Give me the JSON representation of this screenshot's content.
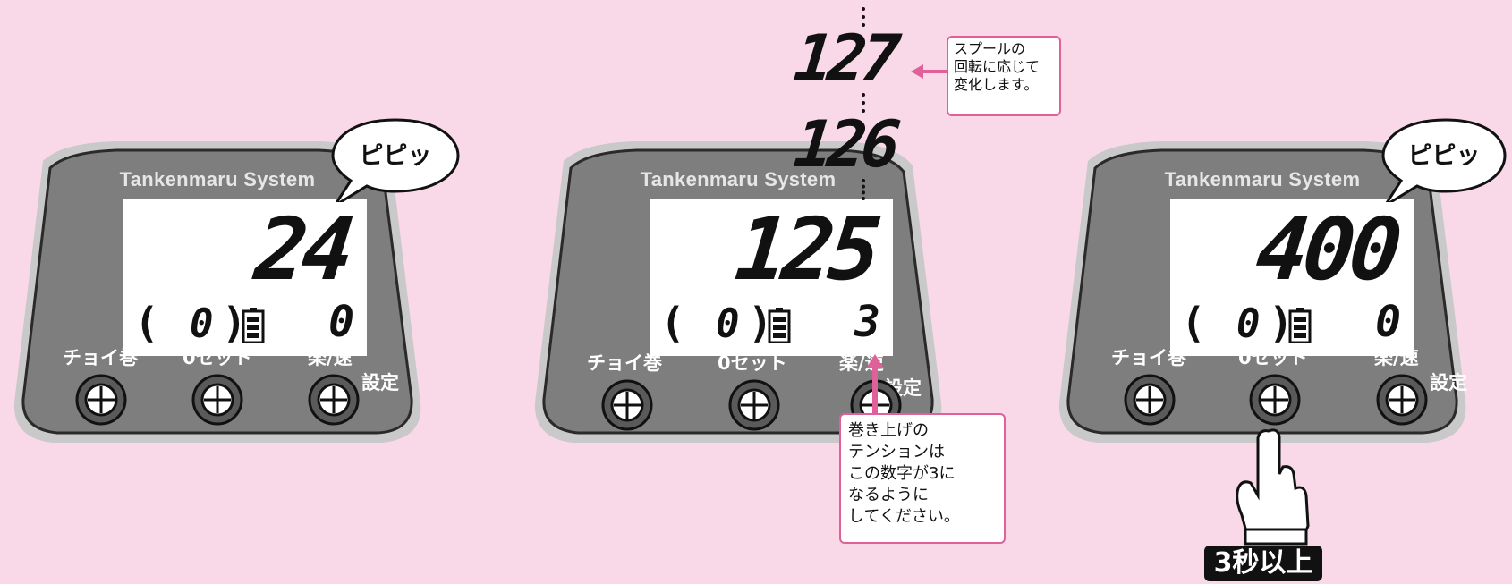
{
  "panels": [
    {
      "brand": "Tankenmaru System",
      "main_value": "24",
      "mode_digit": "0",
      "tension_value": "0",
      "buttons": [
        "チョイ巻",
        "0セット",
        "楽/速"
      ],
      "settei_label": "設定",
      "bubble": "ピピッ"
    },
    {
      "brand": "Tankenmaru System",
      "main_value": "125",
      "mode_digit": "0",
      "tension_value": "3",
      "buttons": [
        "チョイ巻",
        "0セット",
        "楽/速"
      ],
      "settei_label": "設定",
      "counter_prev": "126",
      "counter_prev2": "127"
    },
    {
      "brand": "Tankenmaru System",
      "main_value": "400",
      "mode_digit": "0",
      "tension_value": "0",
      "buttons": [
        "チョイ巻",
        "0セット",
        "楽/速"
      ],
      "settei_label": "設定",
      "bubble": "ピピッ",
      "hold_badge": "3秒以上"
    }
  ],
  "callouts": {
    "spool": "スプールの\n回転に応じて\n変化します。",
    "tension": "巻き上げの\nテンションは\nこの数字が3に\nなるように\nしてください。"
  },
  "colors": {
    "background": "#f9d9e8",
    "panel": "#7e7e7e",
    "accent": "#e0609a"
  }
}
